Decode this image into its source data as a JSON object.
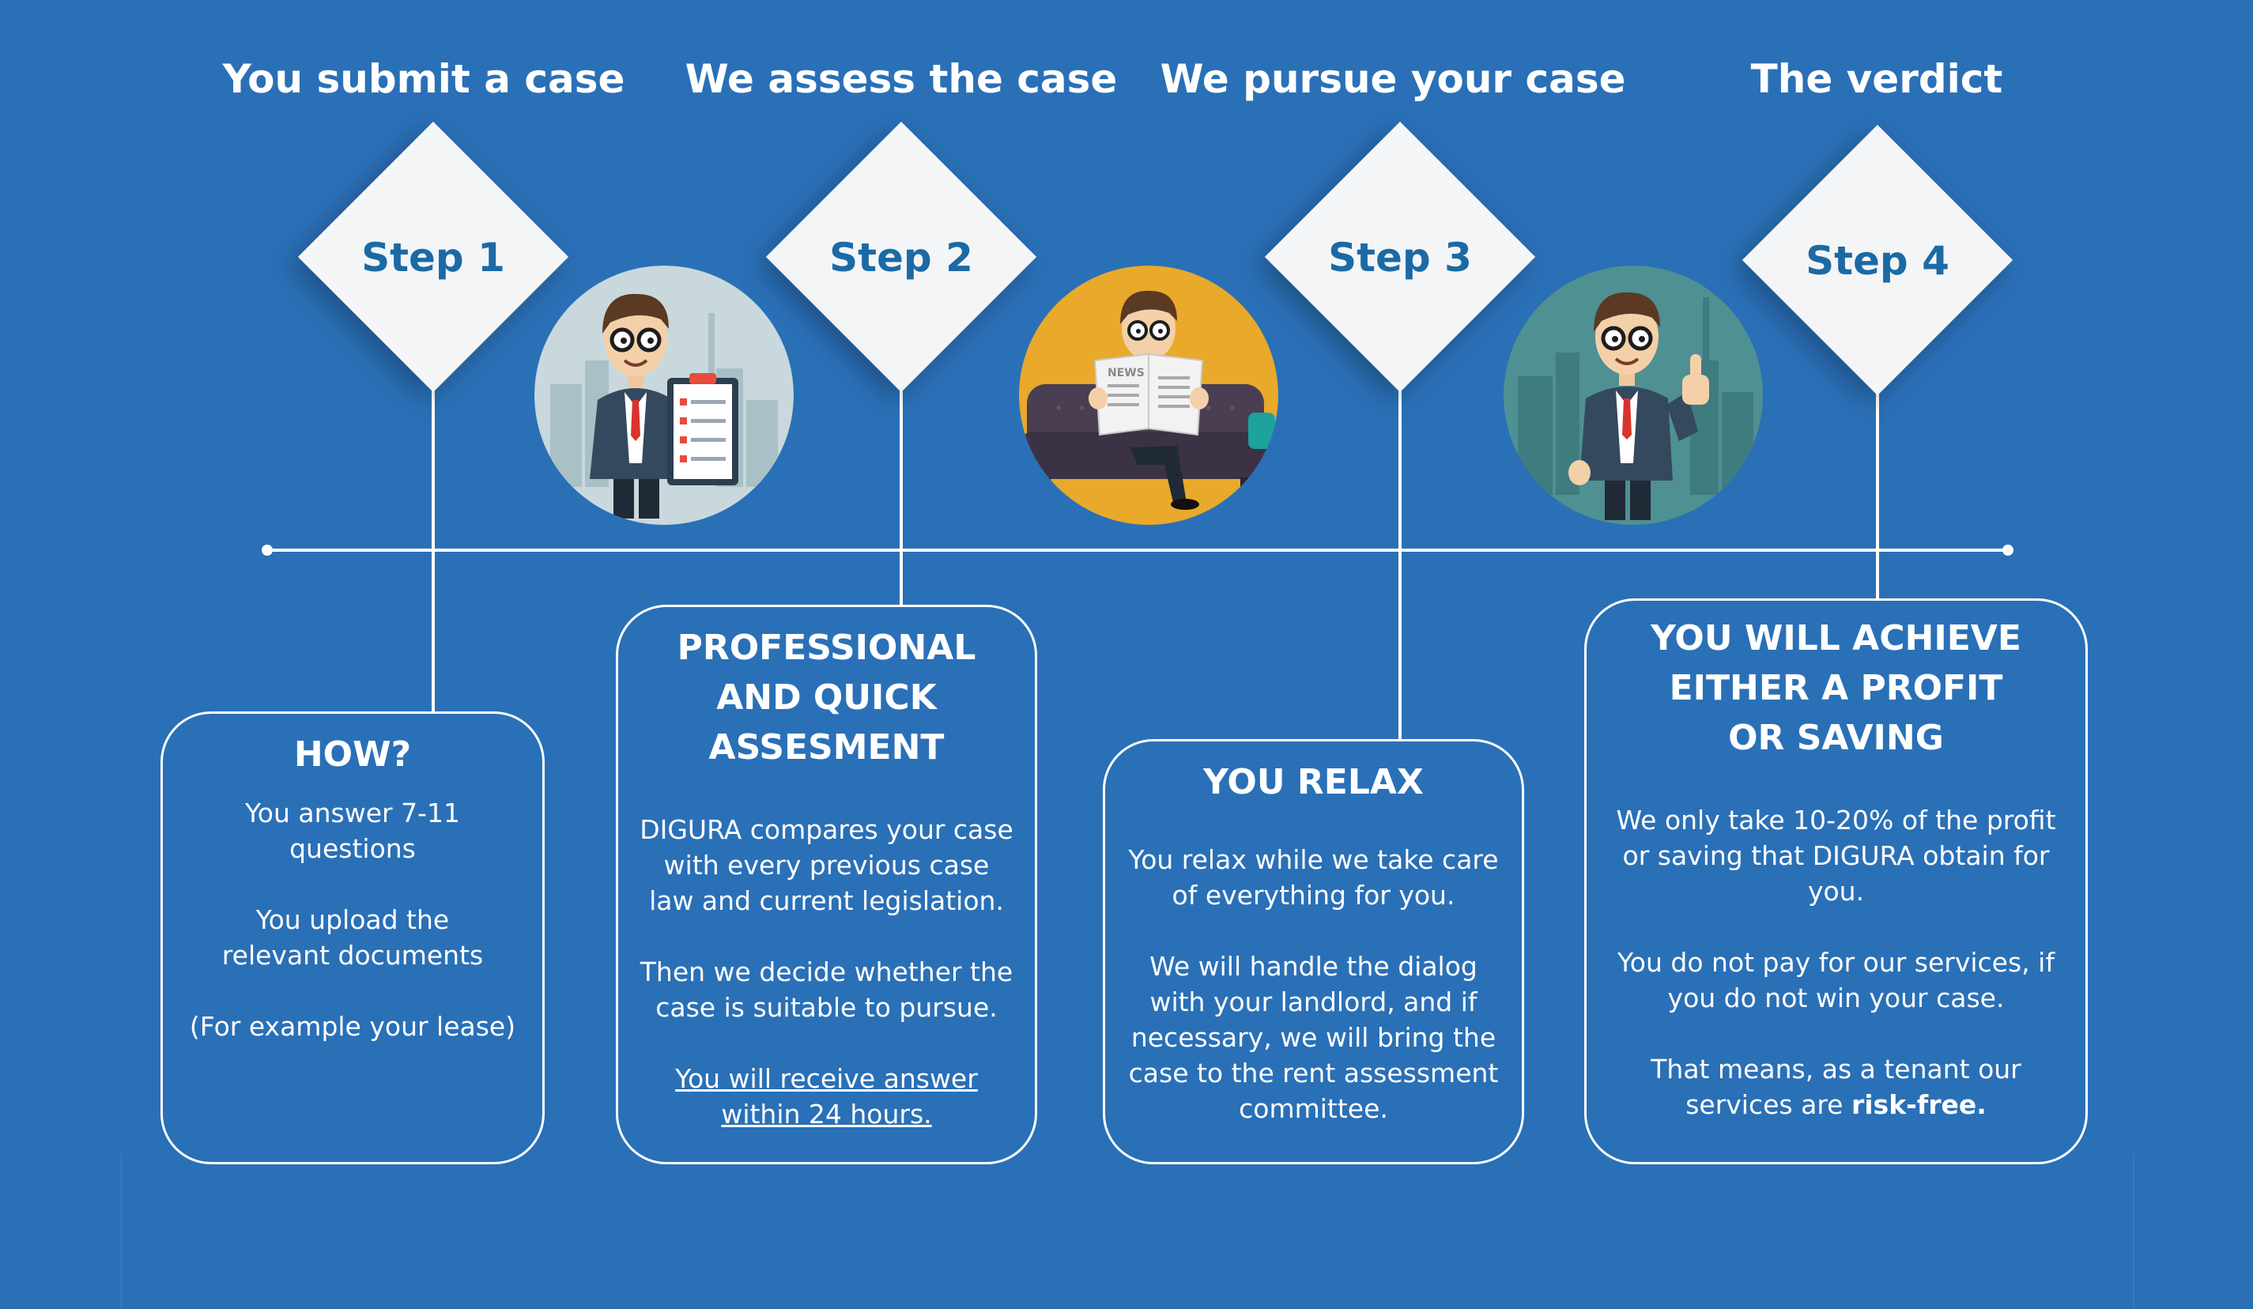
{
  "steps": [
    {
      "heading": "You submit a case",
      "label": "Step 1",
      "card": {
        "title": "HOW?",
        "paragraphs": [
          "You answer 7-11 questions",
          "You upload the relevant documents",
          "(For example your lease)"
        ]
      }
    },
    {
      "heading": "We assess the case",
      "label": "Step 2",
      "card": {
        "title": "PROFESSIONAL AND QUICK ASSESMENT",
        "paragraphs": [
          "DIGURA compares your case with every previous case law and current legislation.",
          "Then we decide whether the case is suitable to pursue.",
          "You will receive answer within 24 hours."
        ]
      }
    },
    {
      "heading": "We pursue your case",
      "label": "Step 3",
      "card": {
        "title": "YOU RELAX",
        "paragraphs": [
          "You relax while we take care of everything for you.",
          "We will handle the dialog with your landlord, and if necessary, we will bring the case to the rent assessment committee."
        ]
      }
    },
    {
      "heading": "The verdict",
      "label": "Step 4",
      "card": {
        "title": "YOU WILL ACHIEVE EITHER A PROFIT OR SAVING",
        "paragraphs": [
          "We only take 10-20% of the profit or saving that DIGURA obtain for you.",
          "You do not pay for our services, if you do not win your case."
        ],
        "last_paragraph_prefix": "That means, as a tenant our services are ",
        "last_paragraph_bold": "risk-free."
      }
    }
  ],
  "illustrations": {
    "newspaper_text": "NEWS"
  },
  "colors": {
    "background": "#2a70b7",
    "diamond": "#f4f5f6",
    "step_label": "#1b6aa5",
    "line": "#ffffff",
    "sofa_circle": "#e9a92a",
    "city_circle": "#c9d8dc",
    "teal_circle": "#4f9092"
  },
  "icons": [
    "businessman-clipboard-illustration",
    "businessman-reading-newspaper-illustration",
    "businessman-thumbs-up-illustration"
  ]
}
